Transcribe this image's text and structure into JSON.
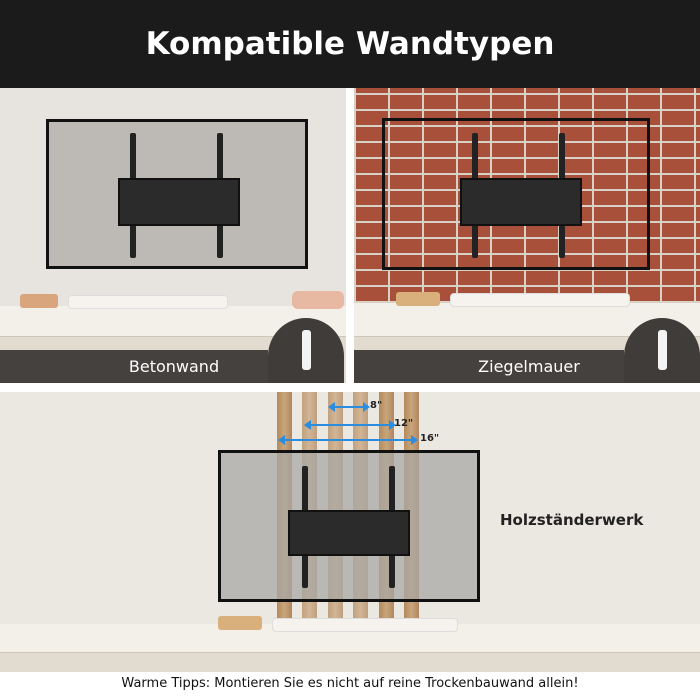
{
  "title": "Kompatible Wandtypen",
  "panels": [
    {
      "label": "Betonwand"
    },
    {
      "label": "Ziegelmauer"
    },
    {
      "label": "Holzständerwerk"
    }
  ],
  "stud_spacings": [
    "8\"",
    "12\"",
    "16\""
  ],
  "footer": "Warme Tipps: Montieren Sie es nicht auf reine Trockenbauwand allein!",
  "colors": {
    "header": "#1b1b1b",
    "dimension_arrow": "#2a8de0",
    "label_bar": "#373432"
  }
}
